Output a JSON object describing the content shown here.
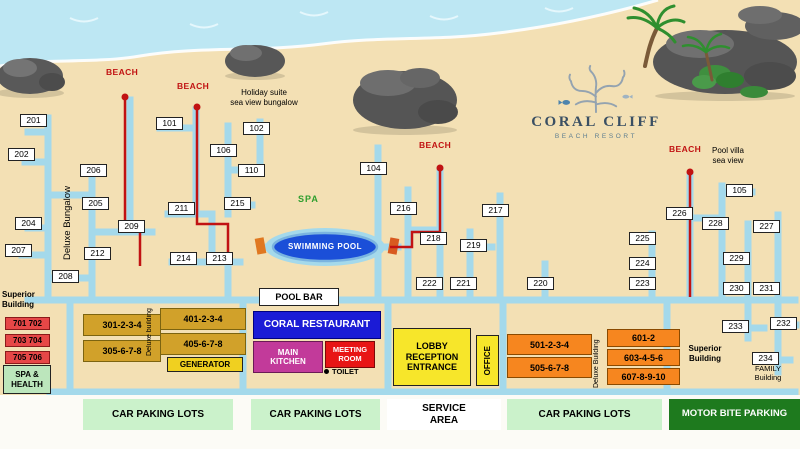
{
  "logo": {
    "name": "CORAL CLIFF",
    "tagline": "BEACH RESORT"
  },
  "beach": {
    "label": "BEACH"
  },
  "labels": {
    "holiday_suite": "Holiday suite\nsea view bungalow",
    "pool_villa": "Pool villa\nsea view",
    "deluxe_bungalow": "Deluxe Bungalow",
    "superior_building_left": "Superior\nBuilding",
    "deluxe_building_mid": "Deluxe building",
    "deluxe_building_right": "Deluxe Building",
    "superior_building_right": "Superior\nBuilding",
    "family_building": "FAMILY\nBuilding",
    "spa": "SPA",
    "spa_health": "SPA &\nHEALTH",
    "generator": "GENERATOR",
    "pool_bar": "POOL BAR",
    "swimming_pool": "SWIMMING POOL",
    "coral_restaurant": "CORAL RESTAURANT",
    "main_kitchen": "MAIN\nKITCHEN",
    "meeting_room": "MEETING\nROOM",
    "toilet": "TOILET",
    "lobby": "LOBBY\nRECEPTION\nENTRANCE",
    "office": "OFFICE"
  },
  "units": {
    "u301": "301-2-3-4",
    "u305": "305-6-7-8",
    "u401": "401-2-3-4",
    "u405": "405-6-7-8",
    "u501": "501-2-3-4",
    "u505": "505-6-7-8",
    "u601": "601-2",
    "u603": "603-4-5-6",
    "u607": "607-8-9-10",
    "u701": "701 702",
    "u703": "703 704",
    "u705": "705 706"
  },
  "rooms": {
    "r101": "101",
    "r102": "102",
    "r104": "104",
    "r105": "105",
    "r106": "106",
    "r110": "110",
    "r201": "201",
    "r202": "202",
    "r204": "204",
    "r205": "205",
    "r206": "206",
    "r207": "207",
    "r208": "208",
    "r209": "209",
    "r211": "211",
    "r212": "212",
    "r213": "213",
    "r214": "214",
    "r215": "215",
    "r216": "216",
    "r217": "217",
    "r218": "218",
    "r219": "219",
    "r220": "220",
    "r221": "221",
    "r222": "222",
    "r223": "223",
    "r224": "224",
    "r225": "225",
    "r226": "226",
    "r227": "227",
    "r228": "228",
    "r229": "229",
    "r230": "230",
    "r231": "231",
    "r232": "232",
    "r233": "233",
    "r234": "234"
  },
  "parking": {
    "car1": "CAR PAKING LOTS",
    "car2": "CAR PAKING LOTS",
    "service": "SERVICE\nAREA",
    "car3": "CAR PAKING LOTS",
    "motor": "MOTOR BITE PARKING"
  },
  "colors": {
    "path_blue": "#a4d9eb",
    "beach_red": "#c11212",
    "sea": "#bde7f3",
    "sand": "#f3e0b4",
    "unit_yellow": "#d1a12a",
    "unit_orange": "#f6861f",
    "unit_red": "#e64747",
    "restaurant_blue": "#1b1bd6",
    "kitchen_magenta": "#c23a9a",
    "meeting_red": "#e81515",
    "lobby_yellow": "#f7e62a",
    "parking_green": "#cbf2cb",
    "motor_green": "#1e7a1e",
    "pool_water": "#1b4fd8"
  }
}
